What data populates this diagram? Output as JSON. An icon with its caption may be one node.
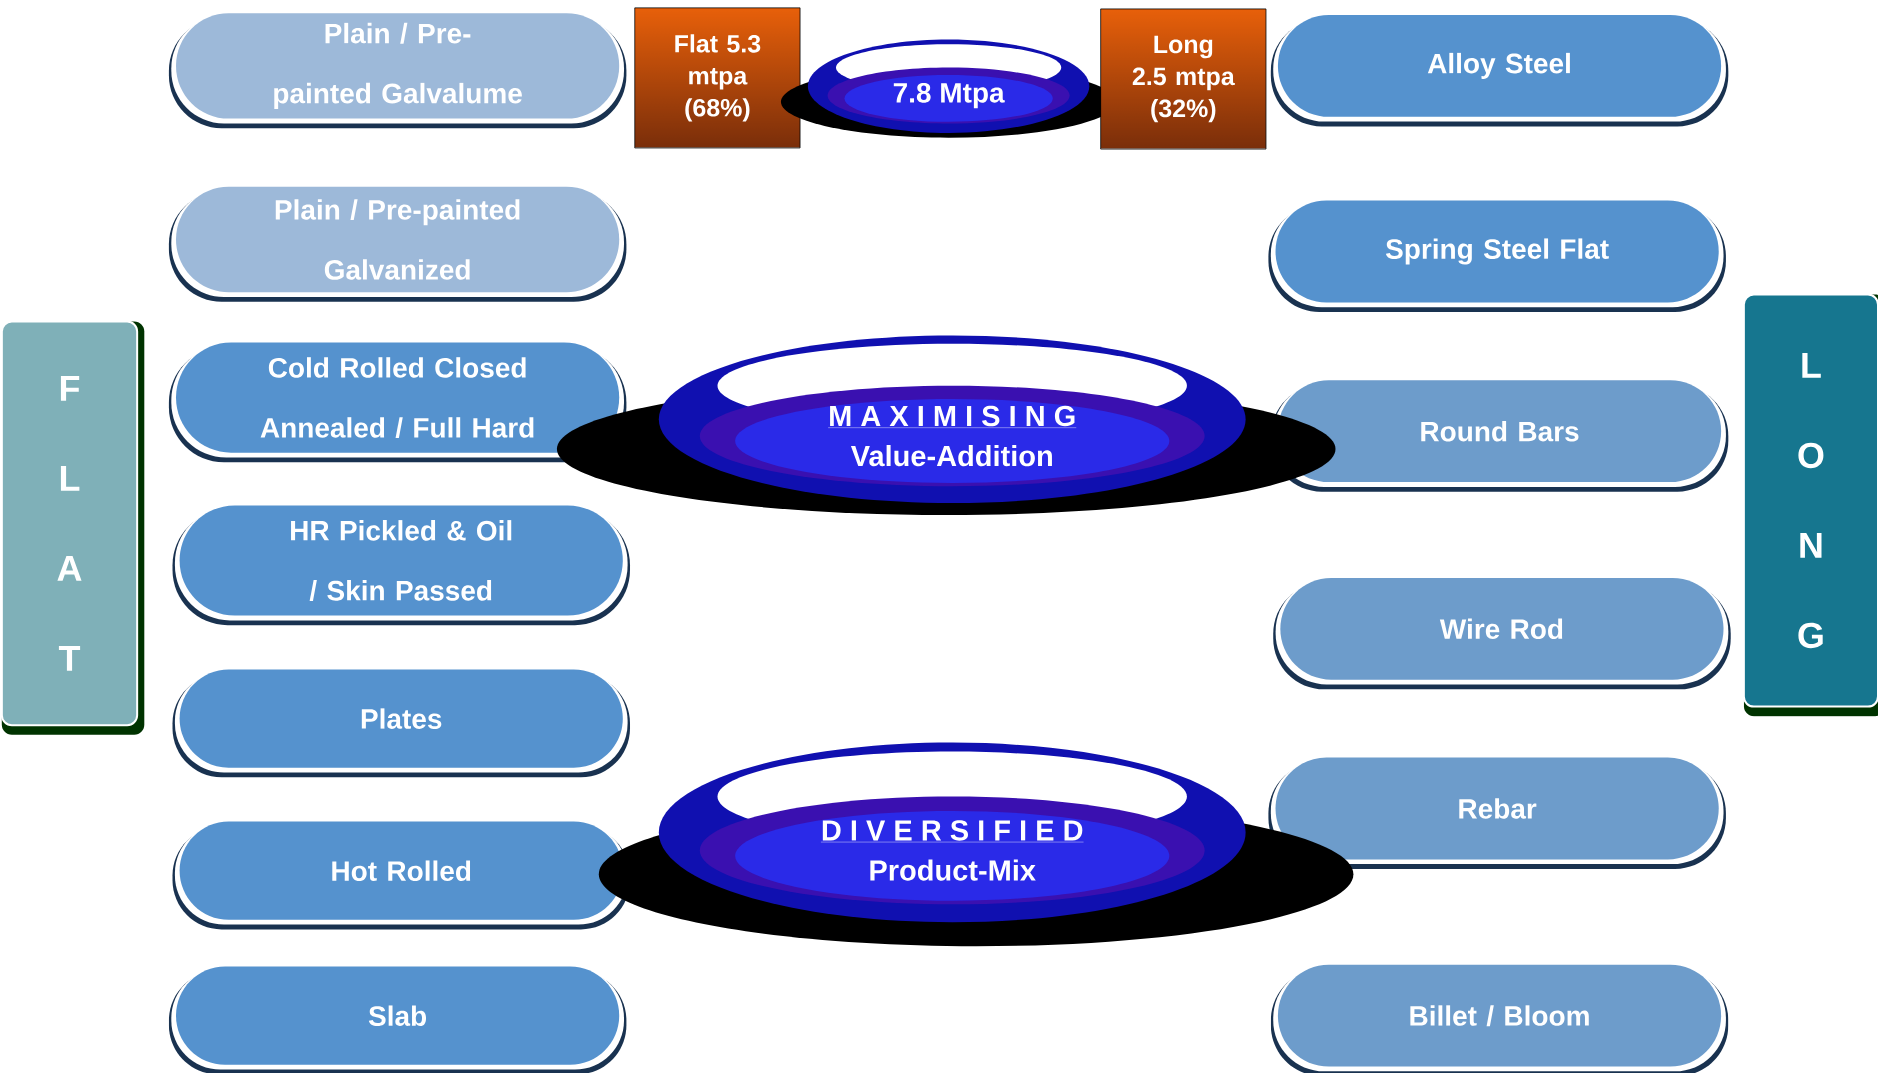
{
  "diagram": {
    "nodes": [
      {
        "text": [
          "Plain / Pre-painted Galvalume"
        ]
      },
      {
        "text": [
          "Plain / Pre-painted Galvanized"
        ]
      },
      {
        "text": [
          "Cold Rolled Closed Annealed / Full Hard"
        ]
      },
      {
        "text": [
          "HR Pickled & Oil / Skin Passed"
        ]
      },
      {
        "text": [
          "Plates"
        ]
      },
      {
        "text": [
          "Hot Rolled"
        ]
      },
      {
        "text": [
          "Slab"
        ]
      },
      {
        "text": [
          "Flat 5.3 mtpa (68%)"
        ]
      },
      {
        "text": [
          "7.8 Mtpa"
        ]
      },
      {
        "text": [
          "Long 2.5 mtpa (32%)"
        ]
      },
      {
        "text": [
          "Alloy Steel"
        ]
      },
      {
        "text": [
          "Spring Steel Flat"
        ]
      },
      {
        "text": [
          "Round Bars"
        ]
      },
      {
        "text": [
          "Wire Rod"
        ]
      },
      {
        "text": [
          "Rebar"
        ]
      },
      {
        "text": [
          "Billet / Bloom"
        ]
      },
      {
        "text": [
          "F L A T"
        ]
      },
      {
        "text": [
          "L O N G"
        ]
      },
      {
        "text": [
          "M A X I M I S I N G",
          "Value-Addition"
        ]
      },
      {
        "text": [
          "D I V E R S I F I E D",
          "Product-Mix"
        ]
      }
    ],
    "edges": []
  }
}
